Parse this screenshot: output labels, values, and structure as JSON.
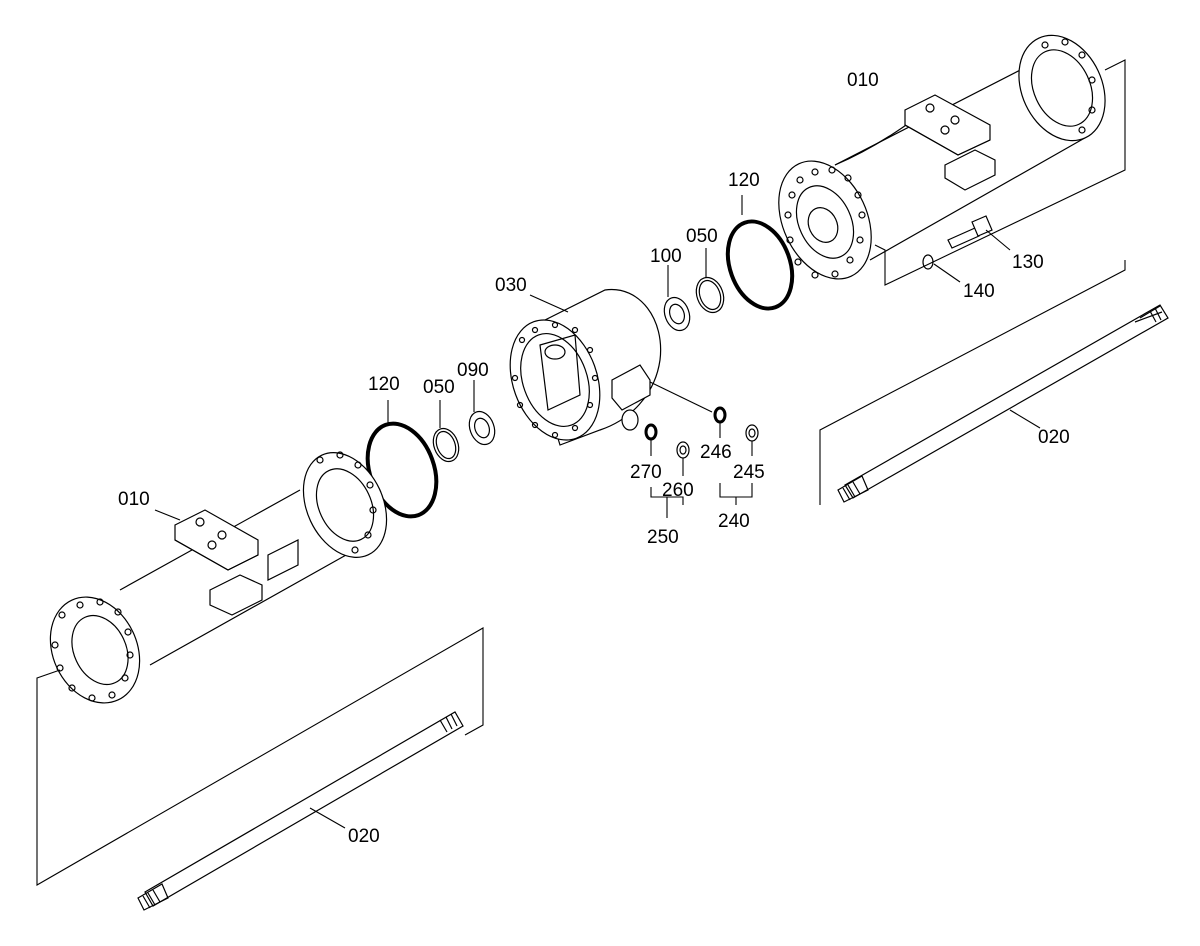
{
  "diagram": {
    "labels": {
      "part_010_right": "010",
      "part_010_left": "010",
      "part_030": "030",
      "part_120_right": "120",
      "part_120_left": "120",
      "part_050_right": "050",
      "part_050_left": "050",
      "part_100": "100",
      "part_090": "090",
      "part_130": "130",
      "part_140": "140",
      "part_020_right": "020",
      "part_020_left": "020",
      "part_270": "270",
      "part_260": "260",
      "part_250": "250",
      "part_246": "246",
      "part_245": "245",
      "part_240": "240"
    },
    "line_color": "#000000",
    "background": "#ffffff"
  }
}
